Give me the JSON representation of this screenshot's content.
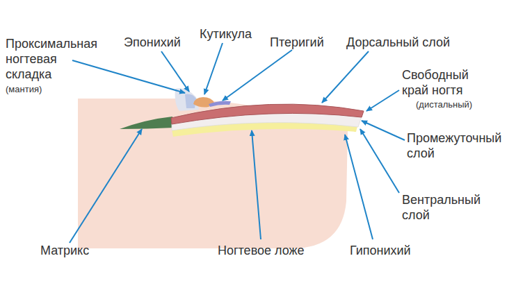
{
  "diagram": {
    "labels": [
      "Проксимальная ногтевая складка",
      "(мантия)",
      "Эпонихий",
      "Кутикула",
      "Птеригий",
      "Дорсальный слой",
      "Свободный край ногтя",
      "(дистальный)",
      "Промежуточный слой",
      "Вентральный слой",
      "Матрикс",
      "Ногтевое ложе",
      "Гипонихий"
    ]
  }
}
